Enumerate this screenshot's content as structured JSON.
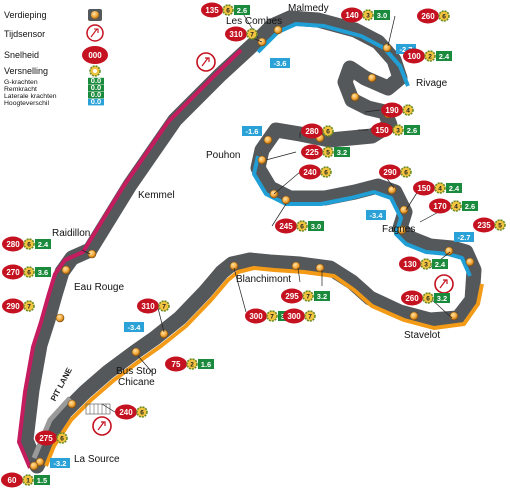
{
  "legend": {
    "verdieping": "Verdieping",
    "tijdsensor": "Tijdsensor",
    "snelheid": "Snelheid",
    "snelheid_sample": "000",
    "versnelling": "Versnelling",
    "rows": [
      {
        "label": "G-krachten",
        "value": "0.0"
      },
      {
        "label": "Remkracht",
        "value": "0.0"
      },
      {
        "label": "Laterale krachten",
        "value": "0.0"
      },
      {
        "label": "Hoogteverschil",
        "value": "0.0"
      }
    ]
  },
  "corners": {
    "malmedy": "Malmedy",
    "les_combes": "Les Combes",
    "rivage": "Rivage",
    "pouhon": "Pouhon",
    "kemmel": "Kemmel",
    "fagnes": "Fagnes",
    "raidillon": "Raidillon",
    "eau_rouge": "Eau Rouge",
    "blanchimont": "Blanchimont",
    "stavelot": "Stavelot",
    "bus_stop": "Bus Stop\nChicane",
    "pit_lane": "PIT LANE",
    "la_source": "La Source"
  },
  "speeds": [
    {
      "speed": "135",
      "gear": "6",
      "g": "2.6"
    },
    {
      "speed": "310",
      "gear": "7",
      "g": ""
    },
    {
      "speed": "140",
      "gear": "3",
      "g": "3.0"
    },
    {
      "speed": "260",
      "gear": "6",
      "g": ""
    },
    {
      "speed": "100",
      "gear": "2",
      "g": "2.4"
    },
    {
      "speed": "190",
      "gear": "4",
      "g": ""
    },
    {
      "speed": "150",
      "gear": "3",
      "g": "2.6"
    },
    {
      "speed": "280",
      "gear": "6",
      "g": ""
    },
    {
      "speed": "225",
      "gear": "5",
      "g": "3.2"
    },
    {
      "speed": "240",
      "gear": "6",
      "g": ""
    },
    {
      "speed": "290",
      "gear": "6",
      "g": ""
    },
    {
      "speed": "150",
      "gear": "4",
      "g": "2.4"
    },
    {
      "speed": "170",
      "gear": "4",
      "g": "2.6"
    },
    {
      "speed": "235",
      "gear": "5",
      "g": ""
    },
    {
      "speed": "245",
      "gear": "6",
      "g": "3.0"
    },
    {
      "speed": "130",
      "gear": "3",
      "g": "2.4"
    },
    {
      "speed": "260",
      "gear": "6",
      "g": "3.2"
    },
    {
      "speed": "280",
      "gear": "6",
      "g": "2.4"
    },
    {
      "speed": "270",
      "gear": "6",
      "g": "3.6"
    },
    {
      "speed": "290",
      "gear": "7",
      "g": ""
    },
    {
      "speed": "295",
      "gear": "7",
      "g": "3.2"
    },
    {
      "speed": "300",
      "gear": "7",
      "g": "3.4"
    },
    {
      "speed": "300",
      "gear": "7",
      "g": ""
    },
    {
      "speed": "310",
      "gear": "7",
      "g": ""
    },
    {
      "speed": "75",
      "gear": "2",
      "g": "1.6"
    },
    {
      "speed": "240",
      "gear": "6",
      "g": ""
    },
    {
      "speed": "275",
      "gear": "6",
      "g": ""
    },
    {
      "speed": "60",
      "gear": "1",
      "g": "1.5"
    }
  ],
  "elevations": [
    "-3.6",
    "-2.7",
    "-1.6",
    "-3.4",
    "-2.7",
    "-3.4",
    "-3.2"
  ],
  "colors": {
    "track": "#55585a",
    "sector_pink": "#c41c5e",
    "sector_blue": "#1f9fd6",
    "sector_orange": "#f39a16",
    "speed_red": "#c41220",
    "gforce_green": "#1a8a3c",
    "elevation_blue": "#2aa2d8",
    "braking_marker": "#f3a93b"
  },
  "icons": [
    "timing-sensor-icon",
    "gear-icon",
    "start-finish-icon"
  ]
}
